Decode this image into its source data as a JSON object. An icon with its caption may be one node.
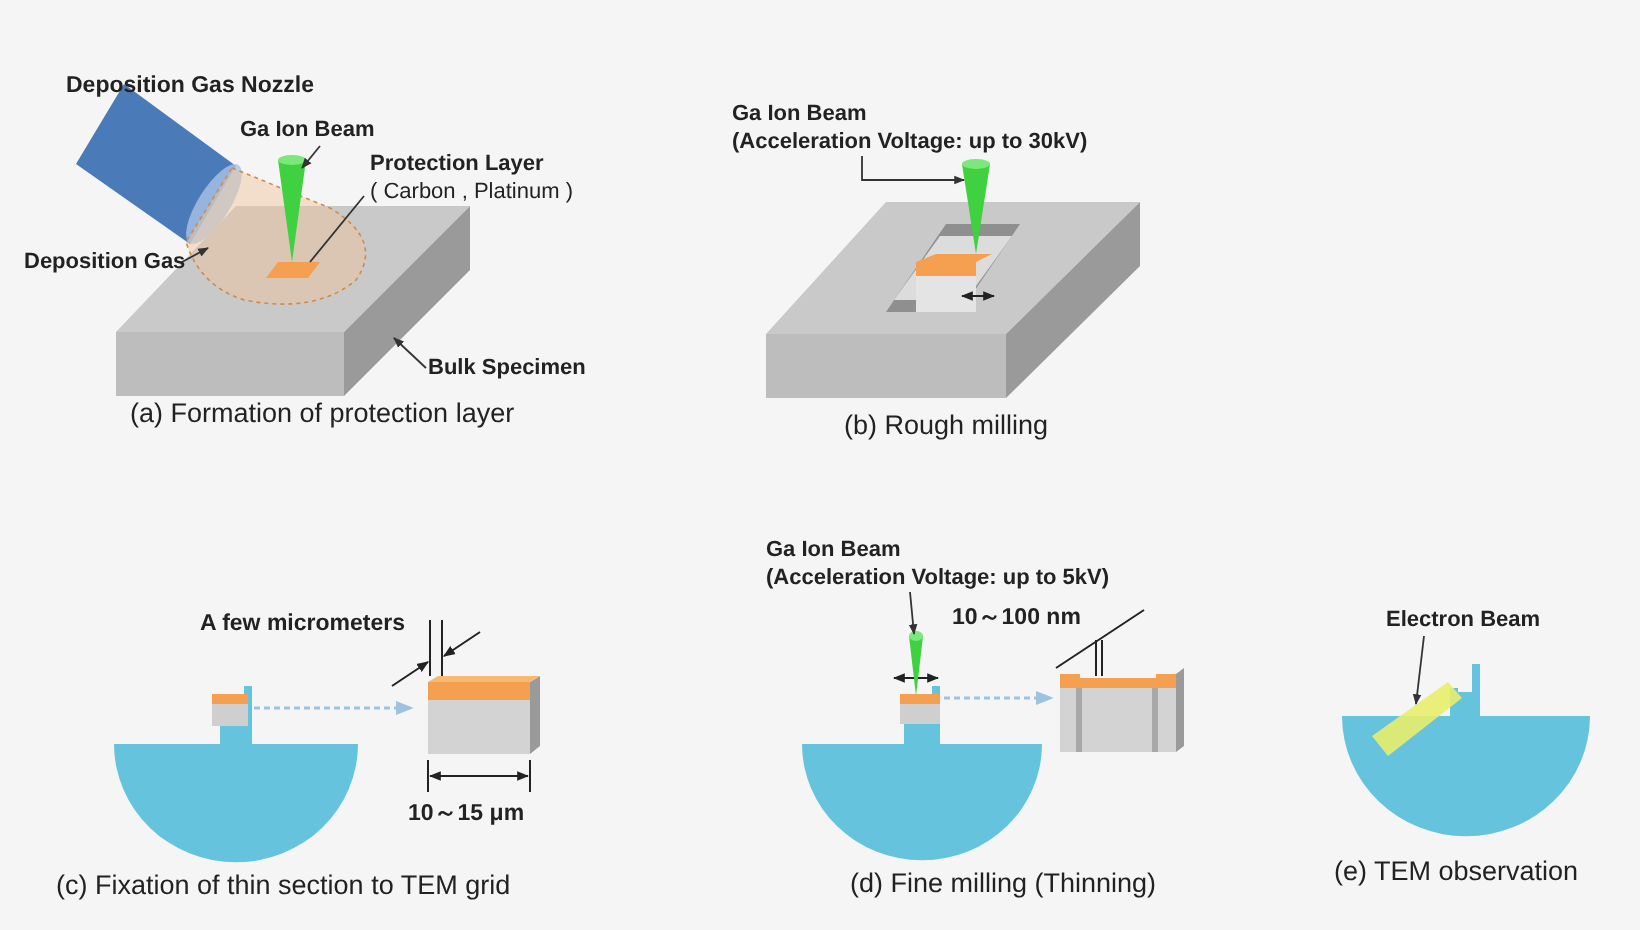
{
  "diagram": {
    "nodes": [
      {
        "text": [
          "Ga Ion Beam"
        ]
      },
      {
        "text": [],
        "shape": "cone"
      },
      {
        "text": [
          "Protection Layer",
          "( Carbon , Platinum )"
        ]
      },
      {
        "text": [],
        "shape": "box"
      },
      {
        "text": [
          "Deposition Gas"
        ]
      },
      {
        "text": [],
        "shape": "cloud"
      },
      {
        "text": [
          "Bulk Specimen"
        ]
      },
      {
        "text": [],
        "shape": "box"
      },
      {
        "text": [
          "Ga Ion Beam",
          "(Acceleration Voltage: up to 30kV)"
        ]
      },
      {
        "text": [],
        "shape": "cone"
      },
      {
        "text": [],
        "shape": "box"
      },
      {
        "text": [],
        "shape": "box"
      },
      {
        "text": [
          "Ga Ion Beam",
          "(Acceleration Voltage: up to 5kV)"
        ]
      },
      {
        "text": [],
        "shape": "cone"
      },
      {
        "text": [],
        "shape": "box"
      },
      {
        "text": [],
        "shape": "box"
      },
      {
        "text": [
          "Electron Beam"
        ]
      },
      {
        "text": [],
        "shape": "bar"
      }
    ],
    "edges": [
      {
        "from": 0,
        "to": 1,
        "arrow": "to"
      },
      {
        "from": 2,
        "to": 3,
        "arrow": "none"
      },
      {
        "from": 4,
        "to": 5,
        "arrow": "to"
      },
      {
        "from": 6,
        "to": 7,
        "arrow": "to"
      },
      {
        "from": 8,
        "to": 9,
        "arrow": "to"
      },
      {
        "from": 10,
        "to": 11,
        "arrow": "to",
        "style": "dashed",
        "color": "#9cc3df"
      },
      {
        "from": 12,
        "to": 13,
        "arrow": "to"
      },
      {
        "from": 14,
        "to": 15,
        "arrow": "to",
        "style": "dashed",
        "color": "#9cc3df"
      },
      {
        "from": 16,
        "to": 17,
        "arrow": "to"
      }
    ],
    "labels": [
      "Deposition Gas Nozzle",
      "(a)  Formation of protection layer",
      "(b)  Rough milling",
      "A few micrometers",
      "10～15 μm",
      "(c)  Fixation of thin section to TEM grid",
      "10～100 nm",
      "(d)  Fine milling (Thinning)",
      "(e)  TEM observation"
    ]
  }
}
